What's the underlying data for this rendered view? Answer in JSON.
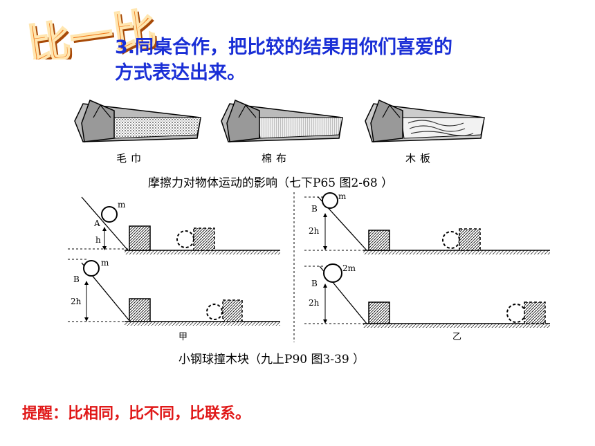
{
  "badge": {
    "text": "比一比",
    "fill_color": "#f07818",
    "stroke_color": "#ffe6b0"
  },
  "heading": {
    "line1": "3.同桌合作，把比较的结果用你们喜爱的",
    "line2": "方式表达出来。",
    "color": "#1a2fd6"
  },
  "surfaces": {
    "labels": [
      "毛巾",
      "棉布",
      "木板"
    ],
    "caption": "摩擦力对物体运动的影响（七下P65 图2-68 ）"
  },
  "collision": {
    "caption": "小钢球撞木块（九上P90 图3-39 ）",
    "left_group": "甲",
    "right_group": "乙",
    "panels": [
      {
        "point": "A",
        "height": "h",
        "mass": "m"
      },
      {
        "point": "B",
        "height": "2h",
        "mass": "m"
      },
      {
        "point": "B",
        "height": "2h",
        "mass": "m"
      },
      {
        "point": "B",
        "height": "2h",
        "mass": "2m"
      }
    ]
  },
  "reminder": {
    "text": "提醒：比相同，比不同，比联系。",
    "color": "#e01818"
  }
}
